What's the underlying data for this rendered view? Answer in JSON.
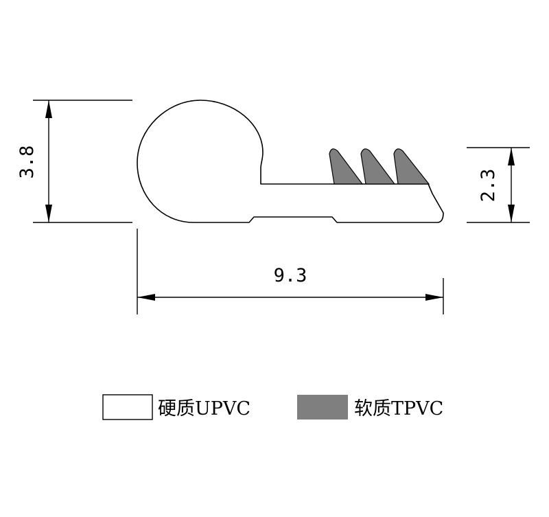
{
  "dimensions": {
    "height": "3.8",
    "length": "9.3",
    "fin_height": "2.3"
  },
  "legend": [
    {
      "label": "硬质UPVC",
      "color": "#ffffff"
    },
    {
      "label": "软质TPVC",
      "color": "#7f7f7f"
    }
  ]
}
